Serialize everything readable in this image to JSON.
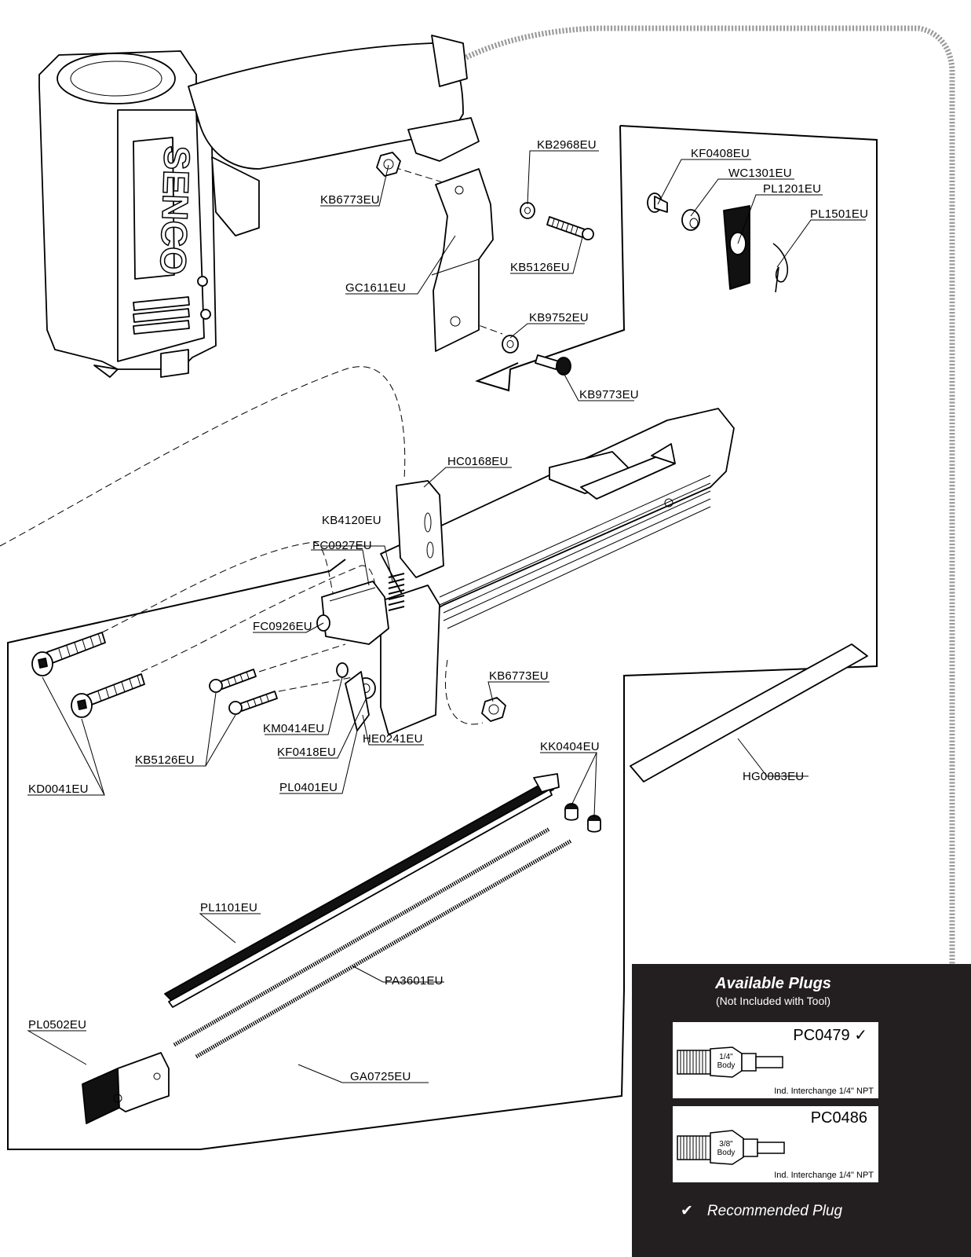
{
  "brand": "SENCO",
  "parts": {
    "KB2968EU": "KB2968EU",
    "KB6773EU_upper": "KB6773EU",
    "GC1611EU": "GC1611EU",
    "KB5126EU_upper": "KB5126EU",
    "KB9752EU": "KB9752EU",
    "KB9773EU": "KB9773EU",
    "KF0408EU": "KF0408EU",
    "WC1301EU": "WC1301EU",
    "PL1201EU": "PL1201EU",
    "PL1501EU": "PL1501EU",
    "HC0168EU": "HC0168EU",
    "KB4120EU": "KB4120EU",
    "FC0927EU": "FC0927EU",
    "FC0926EU": "FC0926EU",
    "KB6773EU_lower": "KB6773EU",
    "KM0414EU": "KM0414EU",
    "KF0418EU": "KF0418EU",
    "HE0241EU": "HE0241EU",
    "KB5126EU_lower": "KB5126EU",
    "PL0401EU": "PL0401EU",
    "KD0041EU": "KD0041EU",
    "KK0404EU": "KK0404EU",
    "HG0083EU": "HG0083EU",
    "PL1101EU": "PL1101EU",
    "PA3601EU": "PA3601EU",
    "PL0502EU": "PL0502EU",
    "GA0725EU": "GA0725EU"
  },
  "plugs": {
    "title": "Available Plugs",
    "subtitle": "(Not Included with Tool)",
    "items": [
      {
        "code": "PC0479 ✓",
        "body_size": "1/4\"",
        "body_word": "Body",
        "note": "Ind. Interchange 1/4\" NPT"
      },
      {
        "code": "PC0486",
        "body_size": "3/8\"",
        "body_word": "Body",
        "note": "Ind. Interchange 1/4\" NPT"
      }
    ],
    "recommended_mark": "✔",
    "recommended_label": "Recommended Plug"
  },
  "colors": {
    "panel": "#231f20",
    "dotted_line": "#9a9a9a",
    "ink": "#000000"
  }
}
